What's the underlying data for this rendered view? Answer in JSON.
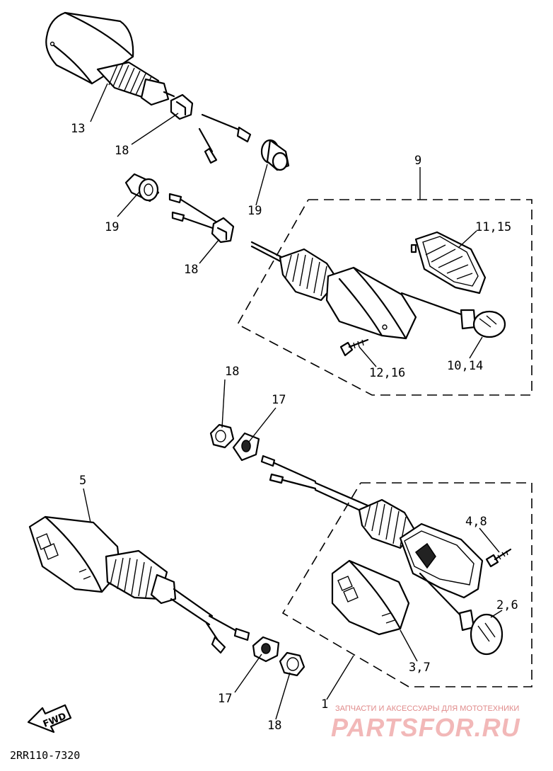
{
  "diagram": {
    "part_labels": {
      "p13": "13",
      "p18_top": "18",
      "p19_top": "19",
      "p9": "9",
      "p19_left": "19",
      "p11_15": "11,15",
      "p18_mid": "18",
      "p12_16": "12,16",
      "p10_14": "10,14",
      "p18_center": "18",
      "p17_center": "17",
      "p5": "5",
      "p4_8": "4,8",
      "p2_6": "2,6",
      "p3_7": "3,7",
      "p17_bottom": "17",
      "p1": "1",
      "p18_bottom": "18"
    },
    "direction_label": "FWD",
    "drawing_code": "2RR110-7320"
  },
  "watermark": {
    "caption": "ЗАПЧАСТИ И АКСЕССУАРЫ ДЛЯ МОТОТЕХНИКИ",
    "logo_text": "PARTSFOR.RU"
  }
}
